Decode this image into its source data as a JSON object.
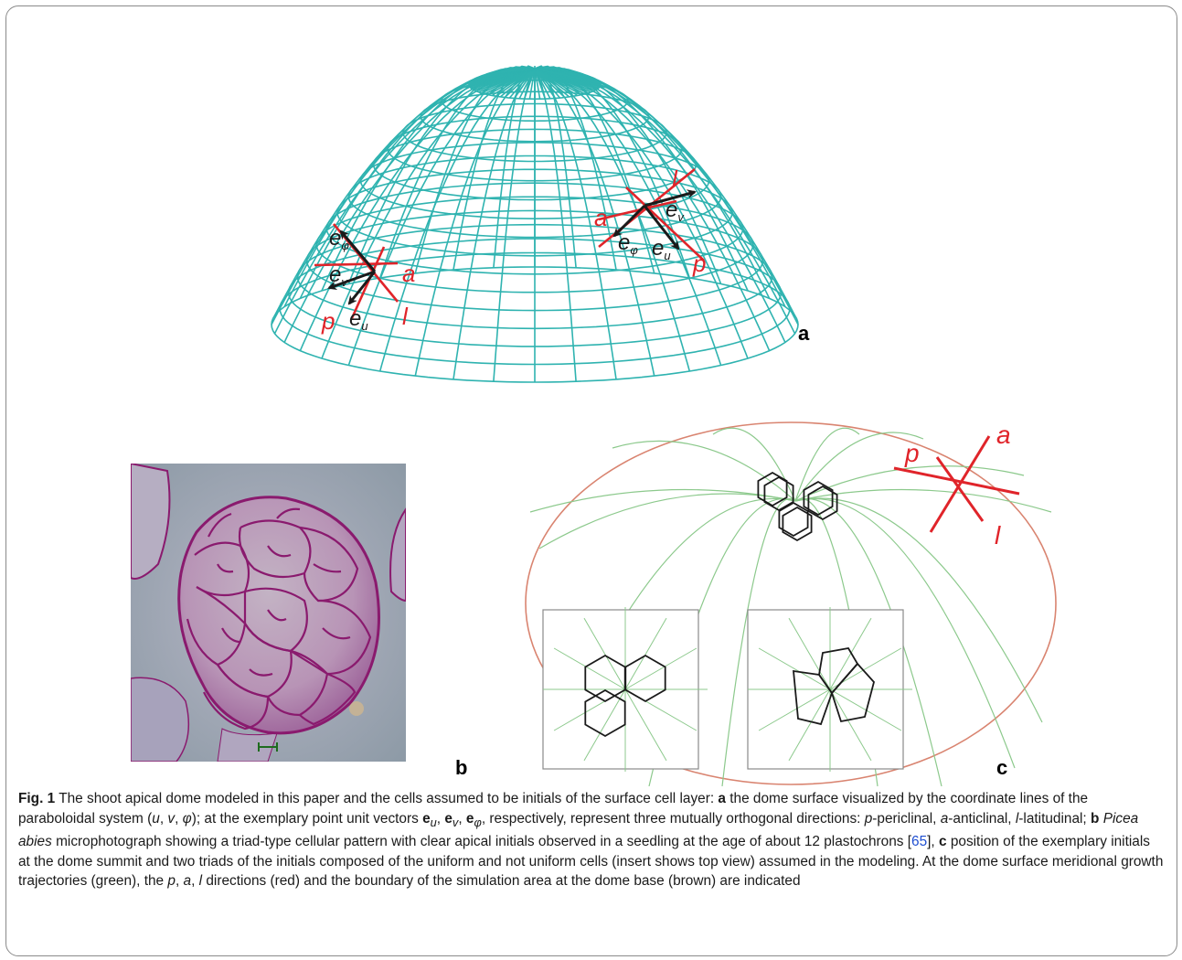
{
  "figure": {
    "panels": {
      "a": "a",
      "b": "b",
      "c": "c"
    },
    "panel_a_labels": {
      "left": {
        "e_phi": "e",
        "e_phi_sub": "φ",
        "e_v": "e",
        "e_v_sub": "v",
        "e_u": "e",
        "e_u_sub": "u",
        "a": "a",
        "p": "p",
        "l": "l"
      },
      "right": {
        "a": "a",
        "l": "l",
        "p": "p",
        "e_v": "e",
        "e_v_sub": "v",
        "e_phi": "e",
        "e_phi_sub": "φ",
        "e_u": "e",
        "e_u_sub": "u"
      }
    },
    "panel_c_labels": {
      "a": "a",
      "p": "p",
      "l": "l"
    },
    "colors": {
      "mesh": "#2fb3b0",
      "direction_red": "#e0242a",
      "arrow_black": "#1a1a1a",
      "trajectory_green": "#8cc98c",
      "boundary_brown": "#d98470",
      "photo_cells": "#8a1a6e"
    }
  },
  "caption": {
    "lead": "Fig. 1",
    "text_1": " The shoot apical dome modeled in this paper and the cells assumed to be initials of the surface cell layer: ",
    "a_label": "a",
    "text_2": " the dome surface visualized by the coordinate lines of the paraboloidal system (",
    "u": "u",
    "comma1": ", ",
    "v": "v",
    "comma2": ", ",
    "phi": "φ",
    "text_3": "); at the exemplary point unit vectors ",
    "eu": "e",
    "eu_sub": "u",
    "comma3": ", ",
    "ev": "e",
    "ev_sub": "v",
    "comma4": ", ",
    "ephi": "e",
    "ephi_sub": "φ",
    "text_4": ", respectively, represent three mutually orthogonal directions: ",
    "p1": "p",
    "text_5": "-periclinal, ",
    "a1": "a",
    "text_6": "-anticlinal, ",
    "l1": "l",
    "text_7": "-latitudinal; ",
    "b_label": "b",
    "text_8": " ",
    "species": "Picea abies",
    "text_9": " microphotograph showing a triad-type cellular pattern with clear apical initials observed in a seedling at the age of about 12 plastochrons [",
    "ref": "65",
    "text_10": "], ",
    "c_label": "c",
    "text_11": " position of the exemplary initials at the dome summit and two triads of the initials composed of the uniform and not uniform cells (insert shows top view) assumed in the modeling. At the dome surface meridional growth trajectories (green), the ",
    "p2": "p",
    "comma5": ", ",
    "a2": "a",
    "comma6": ", ",
    "l2": "l",
    "text_12": " directions (red) and the boundary of the simulation area at the dome base (brown) are indicated"
  }
}
